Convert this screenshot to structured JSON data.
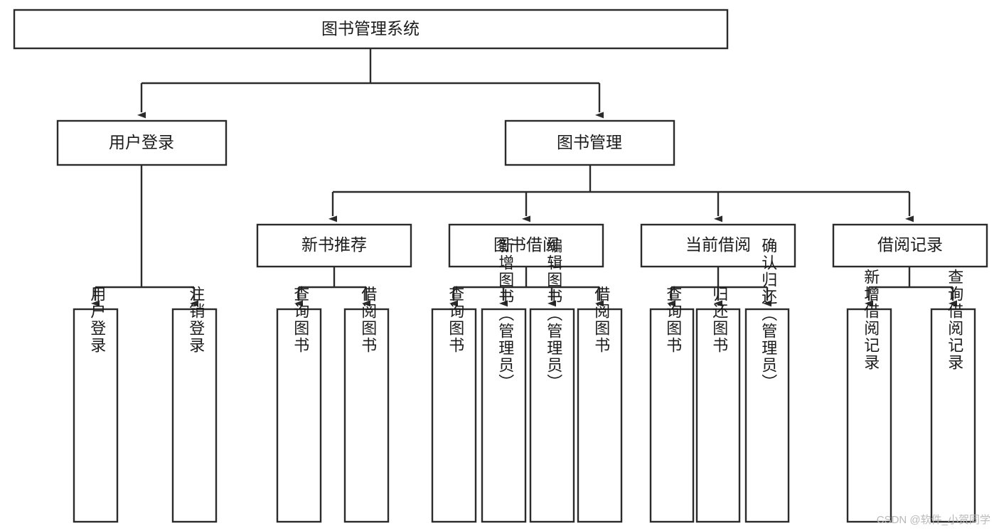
{
  "diagram": {
    "title": "图书管理系统",
    "watermark": "CSDN @软件_小贺同学",
    "arrow_color": "#2b2b2b",
    "box_fill": "#ffffff",
    "box_stroke": "#2b2b2b",
    "nodes": {
      "root": {
        "label": "图书管理系统"
      },
      "level2": [
        {
          "id": "user-login",
          "label": "用户登录"
        },
        {
          "id": "book-manage",
          "label": "图书管理"
        }
      ],
      "level3": [
        {
          "id": "new-book-recommend",
          "label": "新书推荐"
        },
        {
          "id": "book-borrow",
          "label": "图书借阅"
        },
        {
          "id": "current-borrow",
          "label": "当前借阅"
        },
        {
          "id": "borrow-record",
          "label": "借阅记录"
        }
      ],
      "leaves": {
        "user_login": [
          {
            "id": "leaf-user-login",
            "label": "用户登录"
          },
          {
            "id": "leaf-logout-login",
            "label": "注销登录"
          }
        ],
        "new_book_recommend": [
          {
            "id": "leaf-query-book-1",
            "label": "查询图书"
          },
          {
            "id": "leaf-borrow-book-1",
            "label": "借阅图书"
          }
        ],
        "book_borrow": [
          {
            "id": "leaf-query-book-2",
            "label": "查询图书"
          },
          {
            "id": "leaf-add-book",
            "label": "新增图书（管理员）"
          },
          {
            "id": "leaf-edit-book",
            "label": "编辑图书（管理员）"
          },
          {
            "id": "leaf-borrow-book-2",
            "label": "借阅图书"
          }
        ],
        "current_borrow": [
          {
            "id": "leaf-query-book-3",
            "label": "查询图书"
          },
          {
            "id": "leaf-return-book",
            "label": "归还图书"
          },
          {
            "id": "leaf-confirm-return",
            "label": "确认归还（管理员）"
          }
        ],
        "borrow_record": [
          {
            "id": "leaf-add-borrow-record",
            "label": "新增借阅记录"
          },
          {
            "id": "leaf-query-borrow-record",
            "label": "查询借阅记录"
          }
        ]
      }
    }
  }
}
